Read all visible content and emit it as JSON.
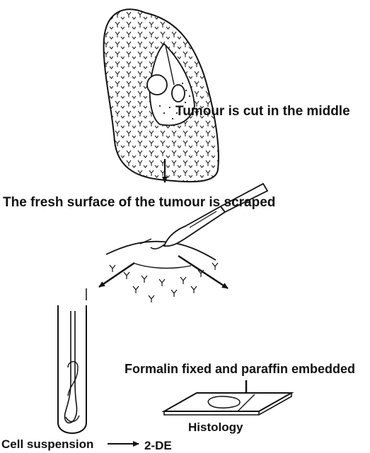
{
  "labels": {
    "cut": "Tumour is cut in the middle",
    "scraped": "The fresh surface of the tumour is scraped",
    "formalin": "Formalin fixed and paraffin embedded",
    "histology": "Histology",
    "cell_suspension": "Cell suspension",
    "two_de": "2-DE"
  }
}
